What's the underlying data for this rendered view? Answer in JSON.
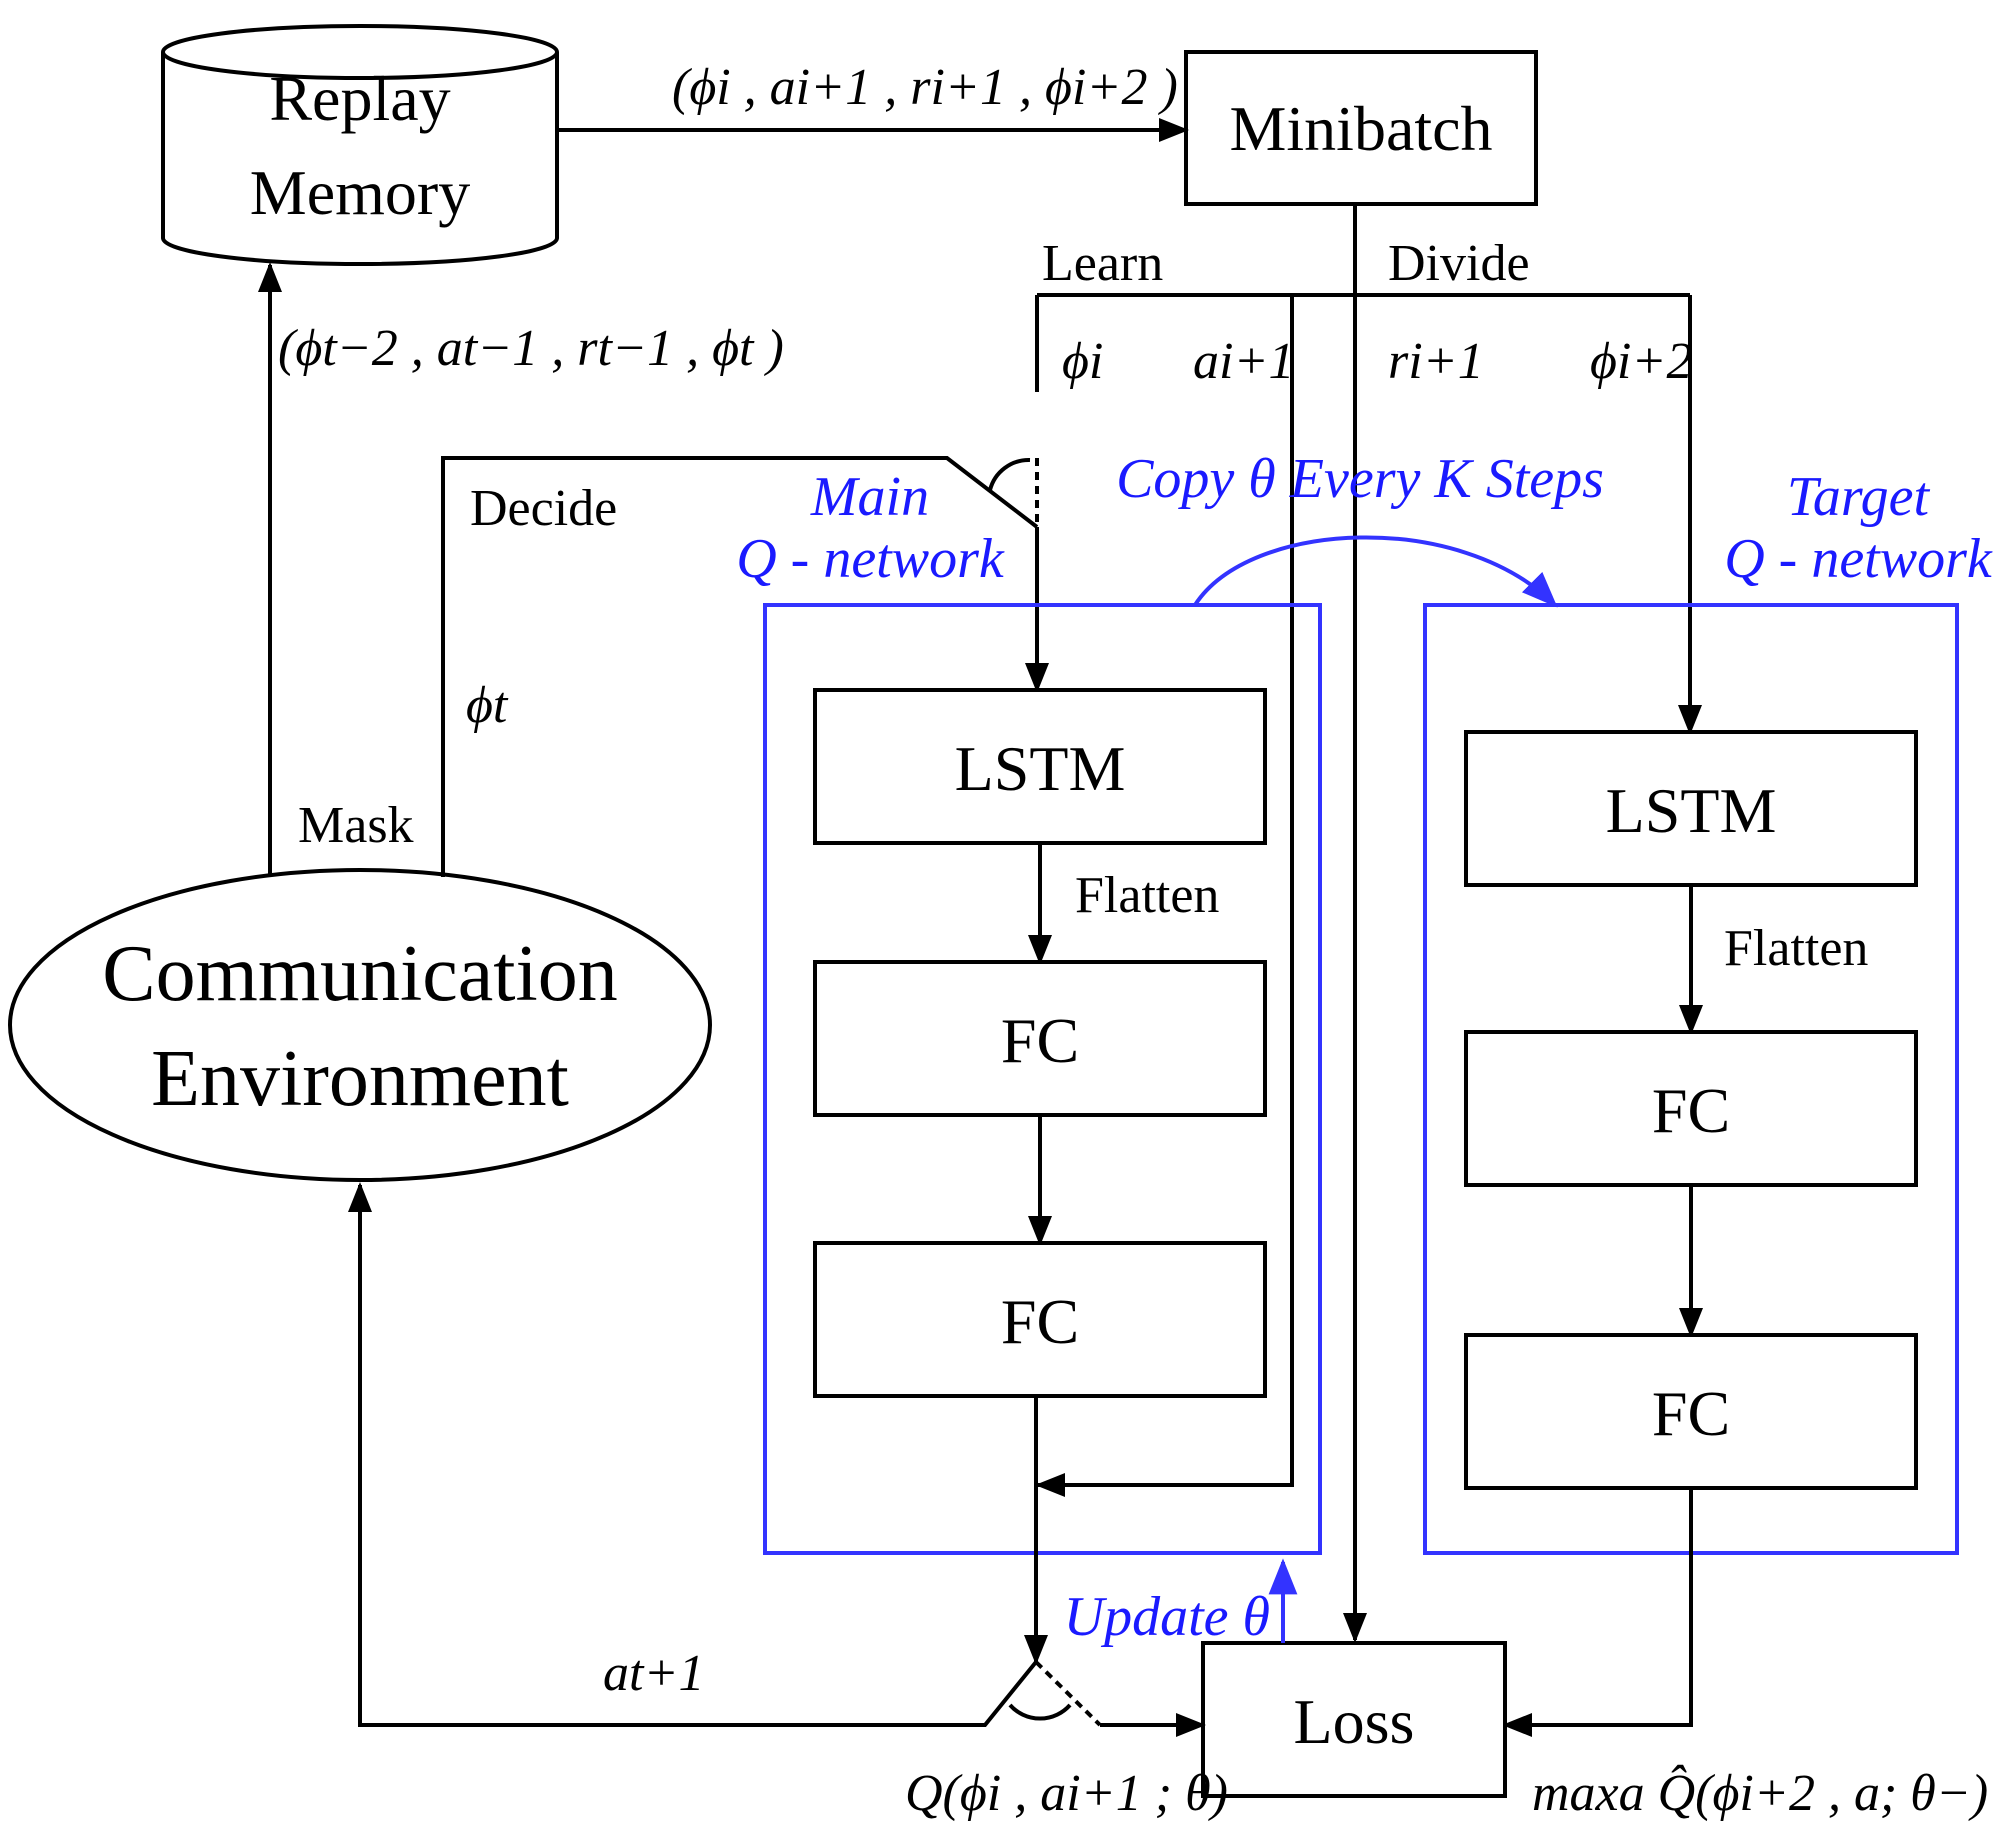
{
  "nodes": {
    "replay_memory": [
      "Replay",
      "Memory"
    ],
    "minibatch": "Minibatch",
    "comm_env": [
      "Communication",
      "Environment"
    ],
    "main_lstm": "LSTM",
    "main_fc1": "FC",
    "main_fc2": "FC",
    "target_lstm": "LSTM",
    "target_fc1": "FC",
    "target_fc2": "FC",
    "loss": "Loss"
  },
  "groups": {
    "main_q": [
      "Main",
      "Q - network"
    ],
    "target_q": [
      "Target",
      "Q - network"
    ]
  },
  "labels": {
    "learn": "Learn",
    "divide": "Divide",
    "decide": "Decide",
    "mask": "Mask",
    "flatten_main": "Flatten",
    "flatten_target": "Flatten",
    "copy_theta": "Copy θ Every K Steps",
    "update_theta": "Update θ"
  },
  "math_labels": {
    "minibatch_tuple": "(ϕi , ai+1 , ri+1 , ϕi+2 )",
    "memory_tuple": "(ϕt−2 , at−1 , rt−1 , ϕt )",
    "phi_i": "ϕi",
    "a_i1": "ai+1",
    "r_i1": "ri+1",
    "phi_i2": "ϕi+2",
    "phi_t": "ϕt",
    "a_t1": "at+1",
    "q_main": "Q(ϕi , ai+1 ; θ)",
    "q_target": "maxa Q̂(ϕi+2 , a; θ−)"
  },
  "colors": {
    "black": "#000000",
    "accent_blue": "#1a1aff"
  }
}
